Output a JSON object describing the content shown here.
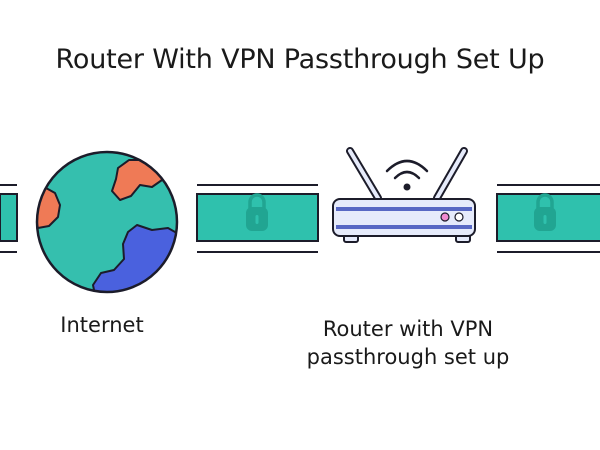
{
  "diagram": {
    "title": "Router With VPN Passthrough Set Up",
    "nodes": [
      {
        "id": "internet",
        "label": "Internet",
        "icon": "globe-icon"
      },
      {
        "id": "router",
        "label": "Router with VPN passthrough set up",
        "label_lines": [
          "Router with VPN",
          "passthrough set up"
        ],
        "icon": "router-icon"
      }
    ],
    "links": [
      {
        "from": "edge-left",
        "to": "internet",
        "icon": null
      },
      {
        "from": "internet",
        "to": "router",
        "icon": "lock-icon"
      },
      {
        "from": "router",
        "to": "edge-right",
        "icon": "lock-icon"
      }
    ],
    "colors": {
      "tunnel": "#2fc1ad",
      "lock": "#21a592",
      "globe_water": "#35bfae",
      "globe_land_orange": "#ef7a56",
      "globe_land_blue": "#4a61de",
      "router_body": "#e6ebfb",
      "router_stripe": "#5868c4",
      "outline": "#1c1c2a",
      "router_led_pink": "#f08ad0",
      "router_led_white": "#ffffff"
    }
  }
}
